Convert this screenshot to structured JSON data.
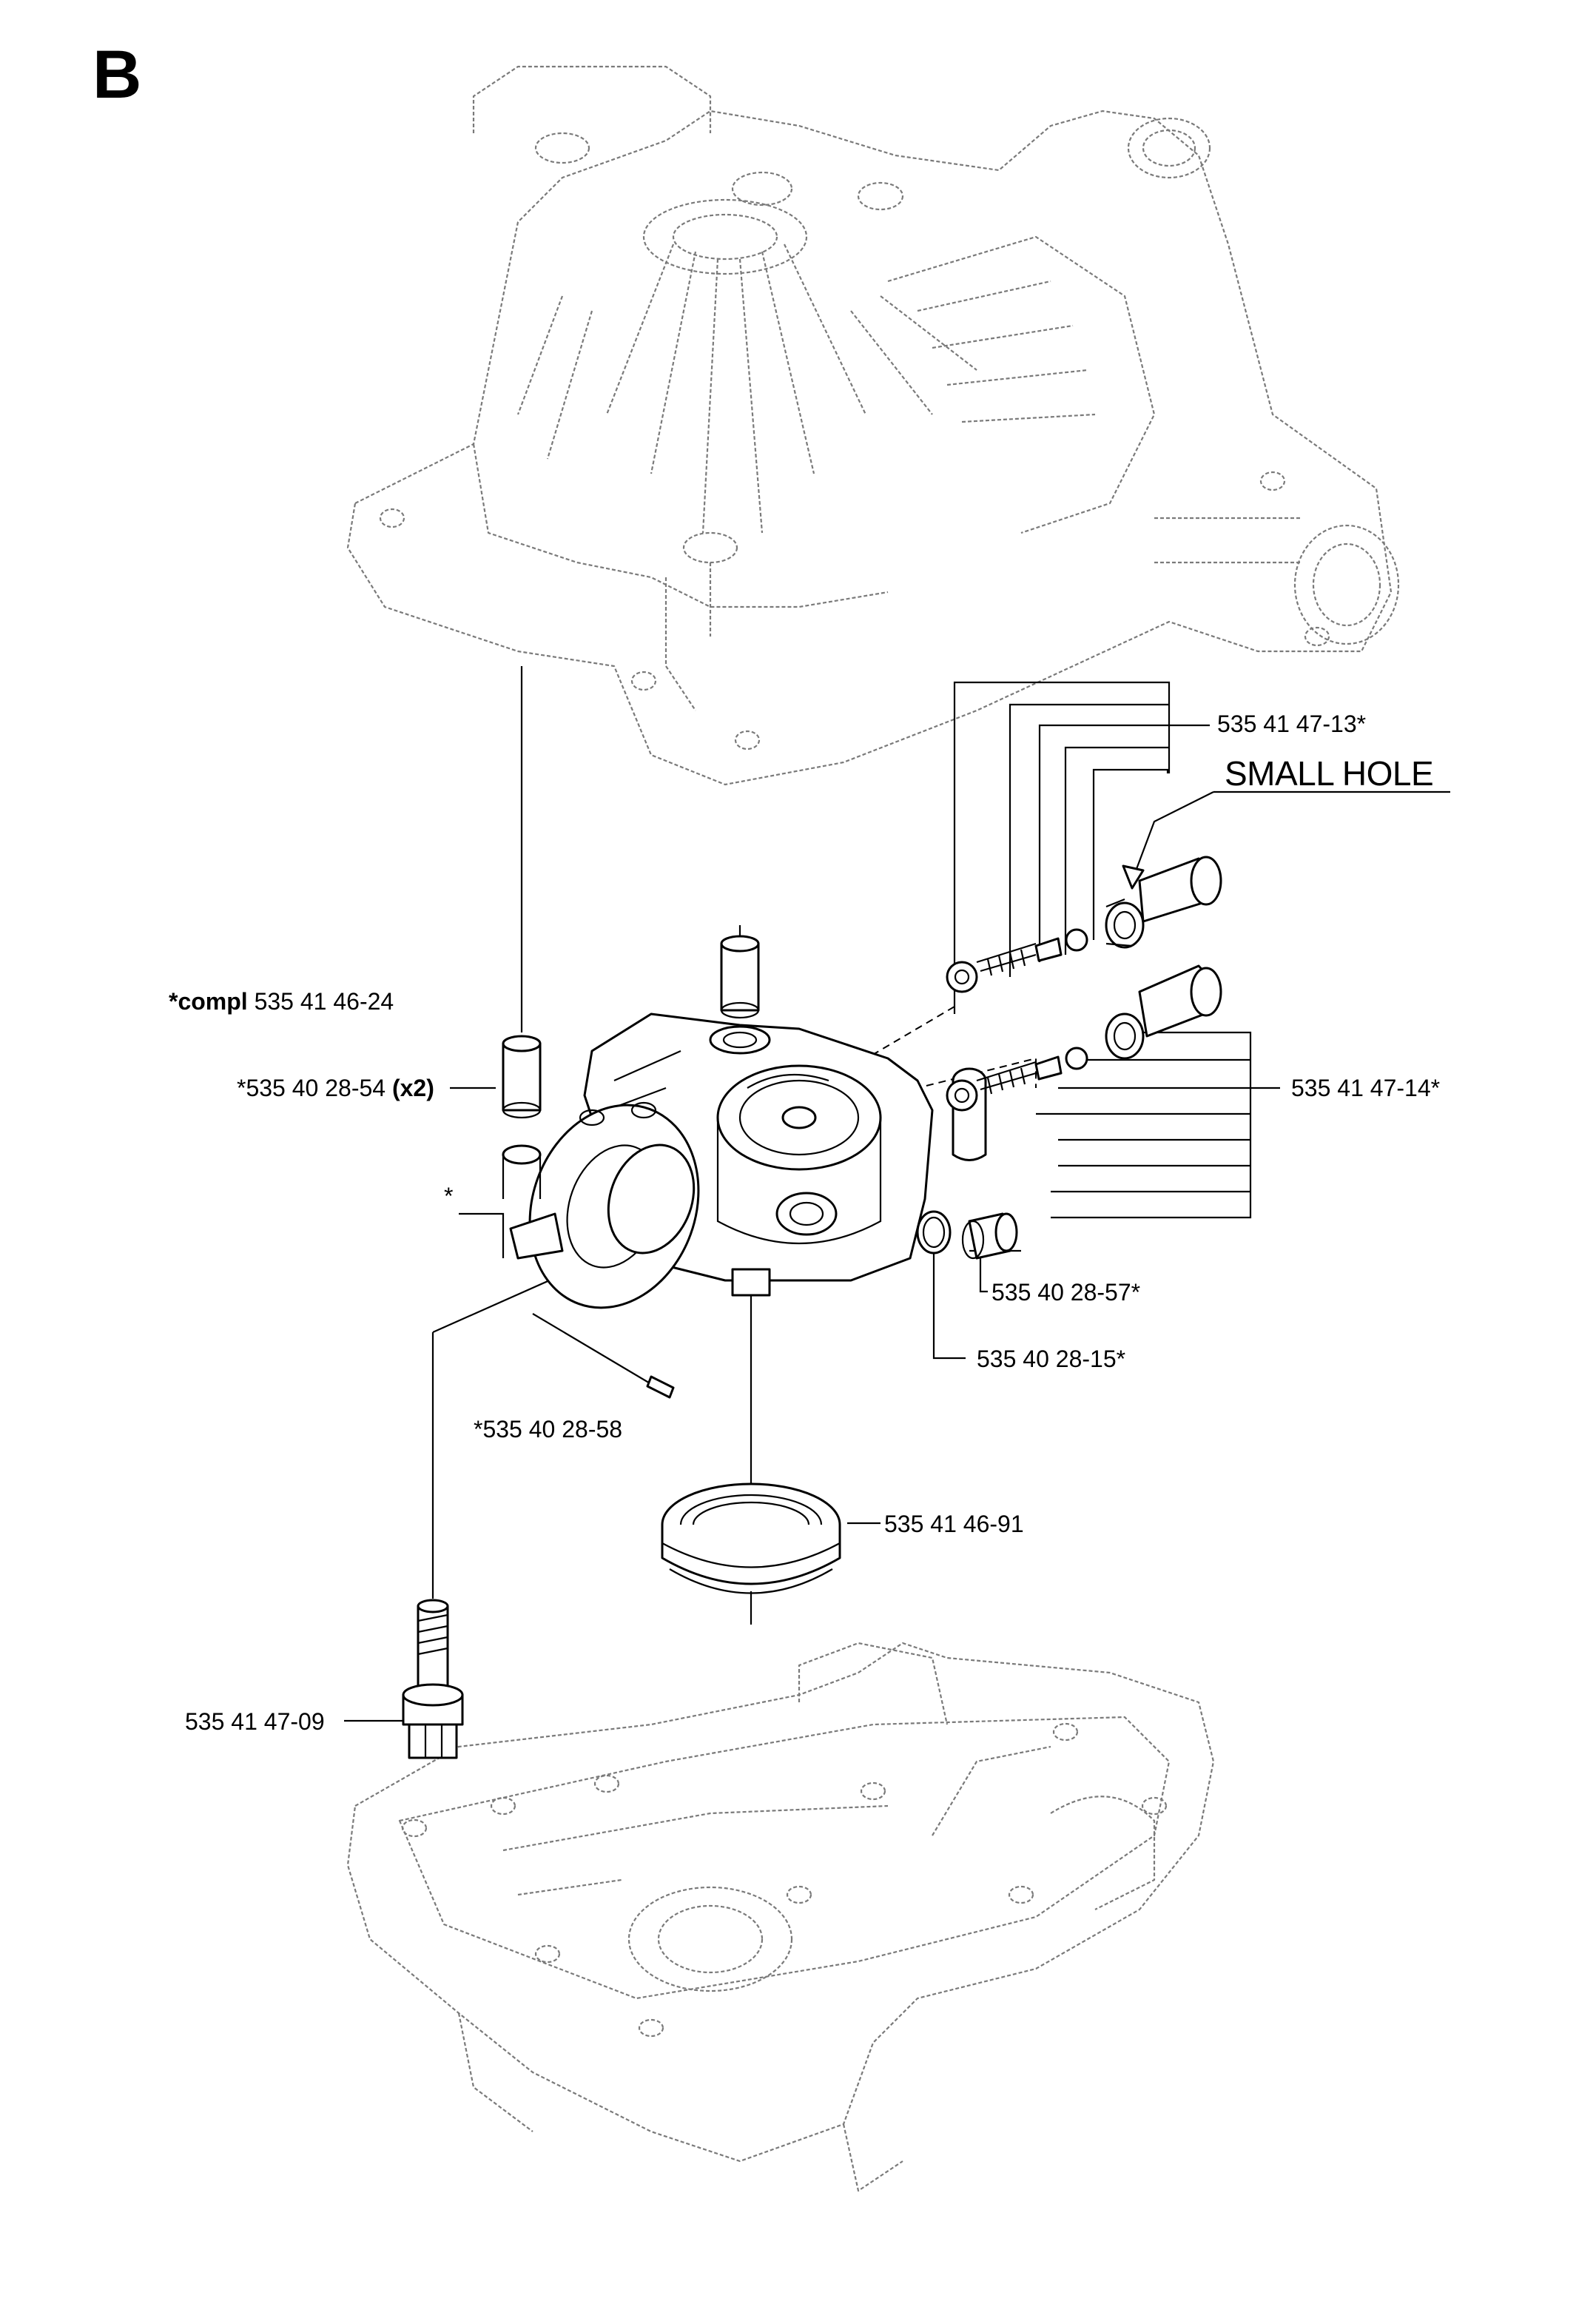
{
  "section": "B",
  "callouts": {
    "part_13": "535 41 47-13*",
    "small_hole": "SMALL HOLE",
    "compl_bold": "*compl",
    "compl_number": " 535 41 46-24",
    "part_54": "*535 40 28-54",
    "part_54_qty": "(x2)",
    "asterisk": "*",
    "part_14": "535 41 47-14*",
    "part_57": "535 40 28-57*",
    "part_15": "535 40 28-15*",
    "part_58": "*535 40 28-58",
    "part_91": "535 41 46-91",
    "part_09": "535 41 47-09"
  }
}
